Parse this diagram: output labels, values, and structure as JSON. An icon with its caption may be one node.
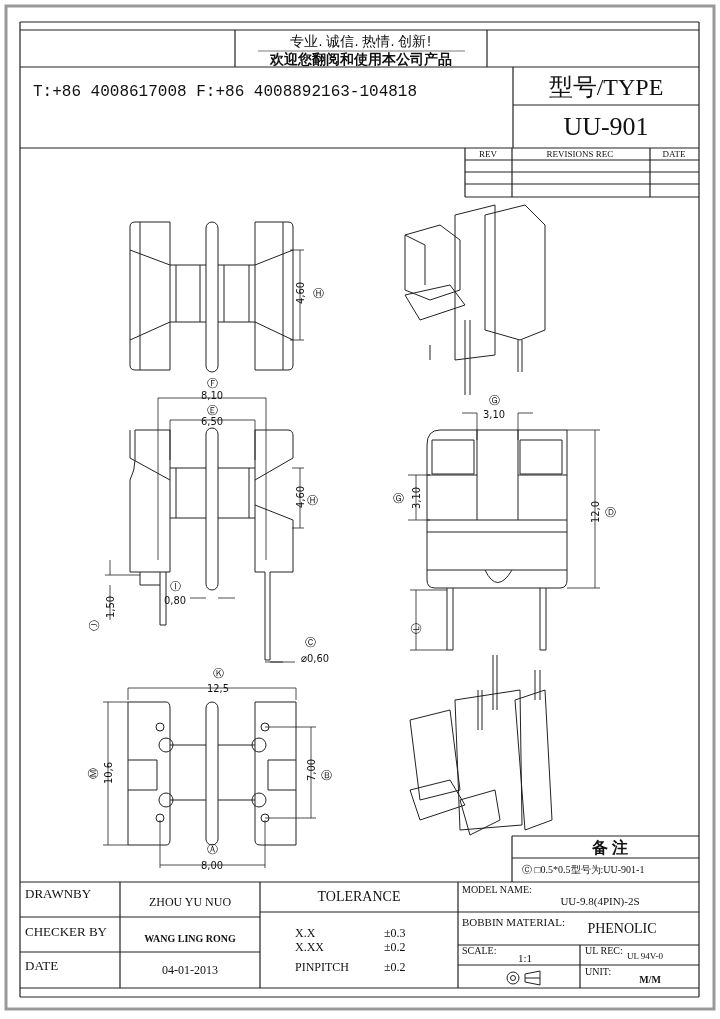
{
  "diagram": {
    "labels": [
      "专业. 诚信. 热情. 创新!",
      "欢迎您翻阅和使用本公司产品",
      "T:+86 4008617008 F:+86 4008892163-104818",
      "型号/TYPE",
      "UU-901",
      "REV",
      "REVISIONS REC",
      "DATE",
      "4,60",
      "Ⓗ",
      "Ⓕ",
      "8,10",
      "Ⓔ",
      "6,50",
      "4,60",
      "Ⓗ",
      "Ⓘ",
      "0,80",
      "Ⓙ",
      "1,50",
      "Ⓒ",
      "⌀0,60",
      "Ⓖ",
      "3,10",
      "Ⓖ",
      "3,10",
      "12,0",
      "Ⓓ",
      "Ⓛ",
      "Ⓚ",
      "12,5",
      "Ⓜ",
      "10,6",
      "7,00",
      "Ⓑ",
      "Ⓐ",
      "8,00",
      "备 注",
      "Ⓒ □0.5*0.5型号为:UU-901-1",
      "DRAWNBY",
      "ZHOU YU NUO",
      "TOLERANCE",
      "CHECKER BY",
      "WANG LING RONG",
      "DATE",
      "04-01-2013",
      "X.X",
      "±0.3",
      "X.XX",
      "±0.2",
      "PINPITCH",
      "±0.2",
      "MODEL NAME:",
      "UU-9.8(4PIN)-2S",
      "BOBBIN MATERIAL:",
      "PHENOLIC",
      "SCALE:",
      "1:1",
      "UL REC:",
      "UL 94V-0",
      "UNIT:",
      "M/M"
    ]
  }
}
